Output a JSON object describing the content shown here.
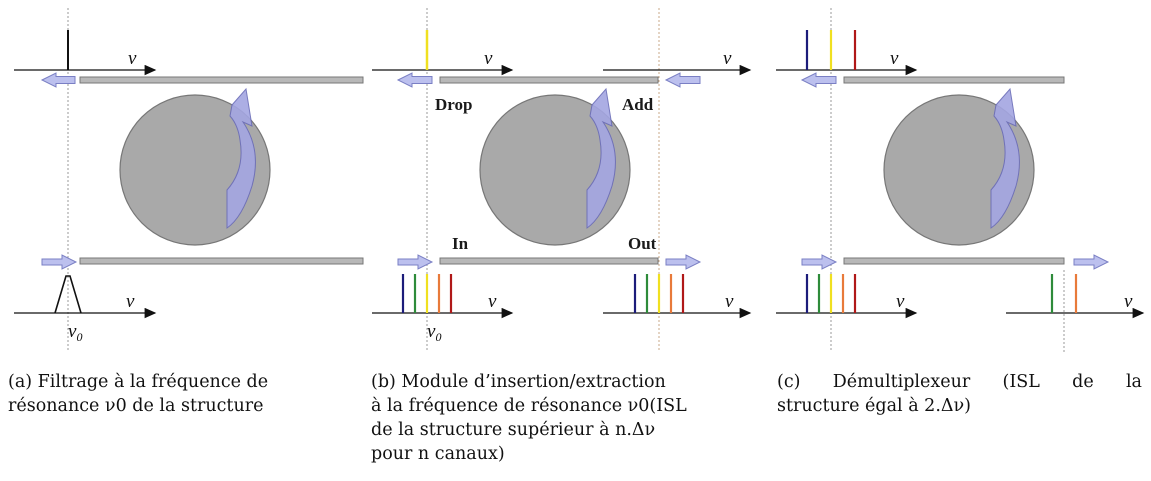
{
  "panels": [
    {
      "id": "a",
      "nu_label": "ν",
      "nu0_label": "ν",
      "nu0_sub": "0",
      "caption": [
        "(a) Filtrage à la fréquence de",
        "résonance ν0 de la structure"
      ]
    },
    {
      "id": "b",
      "nu_label": "ν",
      "nu0_label": "ν",
      "nu0_sub": "0",
      "ports": {
        "drop": "Drop",
        "add": "Add",
        "in": "In",
        "out": "Out"
      },
      "caption": [
        "(b) Module d’insertion/extraction",
        "à la fréquence de résonance ν0(ISL",
        "de la structure supérieur à n.Δν",
        "pour n canaux)"
      ]
    },
    {
      "id": "c",
      "nu_label": "ν",
      "caption": [
        "(c) Démultiplexeur (ISL de la",
        "structure égal à 2.Δν)"
      ],
      "caption_words_line1": [
        "(c)",
        "Démultiplexeur",
        "(ISL",
        "de",
        "la"
      ]
    }
  ],
  "colors": {
    "ring": "#a9a9a9",
    "waveguide": "#b5b5b5",
    "arrow_fill": "#bcc0ee",
    "curved_arrow": "#a4a6e2",
    "channel_blue": "#1c1c7a",
    "channel_green": "#2e8b3a",
    "channel_yellow": "#f0e020",
    "channel_orange": "#e87a3a",
    "channel_red": "#b01818"
  }
}
